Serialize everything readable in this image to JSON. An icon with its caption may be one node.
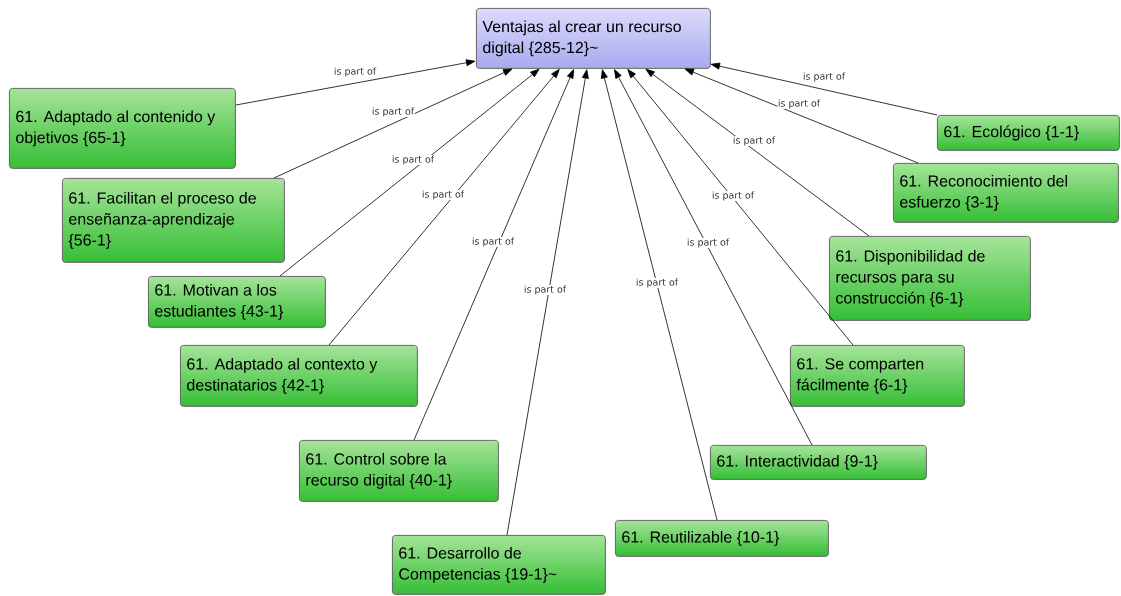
{
  "diagram": {
    "nodes": [
      {
        "text": [
          "Ventajas al crear un recurso digital {285-12}~"
        ]
      },
      {
        "text": [
          "61. Adaptado al contenido y objetivos {65-1}"
        ]
      },
      {
        "text": [
          "61. Facilitan el proceso de enseñanza-aprendizaje {56-1}"
        ]
      },
      {
        "text": [
          "61. Motivan a los estudiantes {43-1}"
        ]
      },
      {
        "text": [
          "61. Adaptado al contexto y destinatarios {42-1}"
        ]
      },
      {
        "text": [
          "61. Control sobre la recurso digital {40-1}"
        ]
      },
      {
        "text": [
          "61. Desarrollo de Competencias {19-1}~"
        ]
      },
      {
        "text": [
          "61. Reutilizable {10-1}"
        ]
      },
      {
        "text": [
          "61. Interactividad {9-1}"
        ]
      },
      {
        "text": [
          "61. Se comparten fácilmente {6-1}"
        ]
      },
      {
        "text": [
          "61. Disponibilidad de recursos para su construcción {6-1}"
        ]
      },
      {
        "text": [
          "61. Reconocimiento del esfuerzo {3-1}"
        ]
      },
      {
        "text": [
          "61. Ecológico {1-1}"
        ]
      }
    ],
    "edges": [
      {
        "from": 1,
        "to": 0,
        "arrow": "to",
        "label": "is part of"
      },
      {
        "from": 2,
        "to": 0,
        "arrow": "to",
        "label": "is part of"
      },
      {
        "from": 3,
        "to": 0,
        "arrow": "to",
        "label": "is part of"
      },
      {
        "from": 4,
        "to": 0,
        "arrow": "to",
        "label": "is part of"
      },
      {
        "from": 5,
        "to": 0,
        "arrow": "to",
        "label": "is part of"
      },
      {
        "from": 6,
        "to": 0,
        "arrow": "to",
        "label": "is part of"
      },
      {
        "from": 7,
        "to": 0,
        "arrow": "to",
        "label": "is part of"
      },
      {
        "from": 8,
        "to": 0,
        "arrow": "to",
        "label": "is part of"
      },
      {
        "from": 9,
        "to": 0,
        "arrow": "to",
        "label": "is part of"
      },
      {
        "from": 10,
        "to": 0,
        "arrow": "to",
        "label": "is part of"
      },
      {
        "from": 11,
        "to": 0,
        "arrow": "to",
        "label": "is part of"
      },
      {
        "from": 12,
        "to": 0,
        "arrow": "to",
        "label": "is part of"
      }
    ]
  }
}
